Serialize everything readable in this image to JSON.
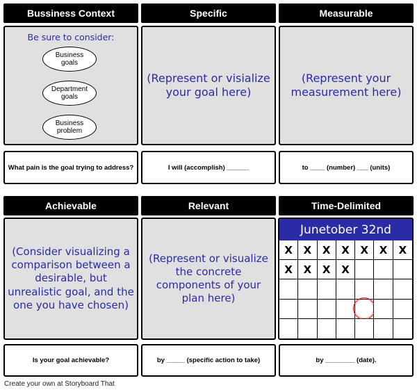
{
  "headers": {
    "business_context": "Bussiness Context",
    "specific": "Specific",
    "measurable": "Measurable",
    "achievable": "Achievable",
    "relevant": "Relevant",
    "time_delimited": "Time-Delimited"
  },
  "business_panel": {
    "consider": "Be sure to consider:",
    "ovals": [
      "Business goals",
      "Department goals",
      "Business problem"
    ]
  },
  "panels": {
    "specific": "(Represent or visialize your goal here)",
    "measurable": "(Represent your measurement here)",
    "achievable": "(Consider visualizing a comparison between a desirable, but unrealistic goal, and the one you have chosen)",
    "relevant": "(Represent or visualize the concrete components of your plan here)"
  },
  "captions": {
    "business_context": "What pain is the goal trying to address?",
    "specific": "I will (accomplish) ______",
    "measurable": "to ____ (number) ___ (units)",
    "achievable": "Is your goal achievable?",
    "relevant": "by _____ (specific action to take)",
    "time_delimited": "by ________ (date)."
  },
  "calendar": {
    "title": "Junetober 32nd",
    "rows": [
      [
        "X",
        "X",
        "X",
        "X",
        "X",
        "X",
        "X"
      ],
      [
        "X",
        "X",
        "X",
        "X",
        "",
        "",
        ""
      ],
      [
        "",
        "",
        "",
        "",
        "",
        "",
        ""
      ],
      [
        "",
        "",
        "",
        "",
        "",
        "",
        ""
      ],
      [
        "",
        "",
        "",
        "",
        "",
        "",
        ""
      ]
    ],
    "circled_cell": {
      "row": 3,
      "col": 4
    }
  },
  "footer": "Create your own at Storyboard That",
  "colors": {
    "header_bg": "#000000",
    "panel_bg": "#e0e0e0",
    "handwriting": "#2b2ba5",
    "calendar_title_bg": "#2b2ba5",
    "circle": "#d42020"
  }
}
